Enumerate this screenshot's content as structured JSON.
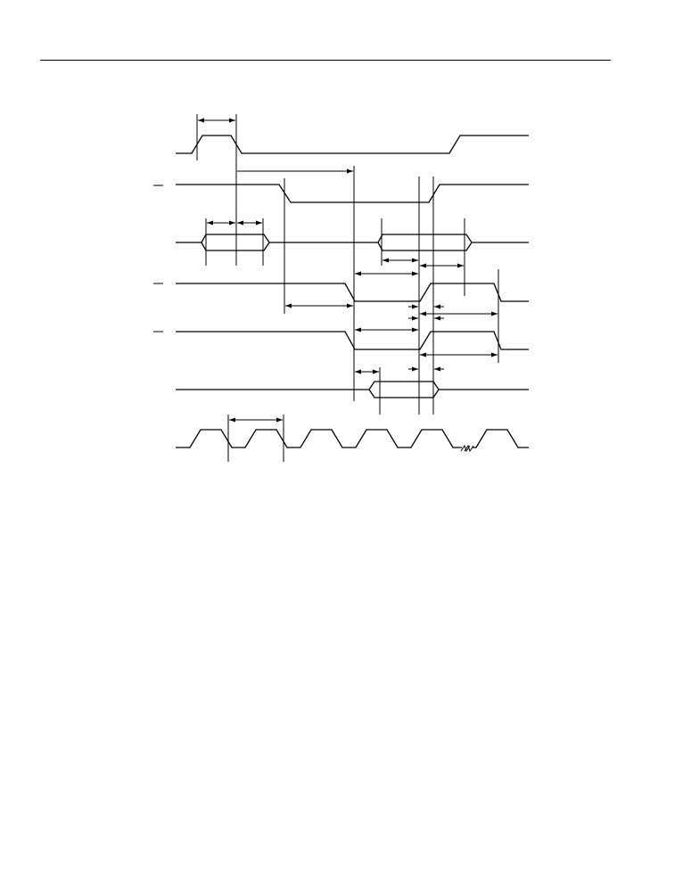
{
  "figure": {
    "colors": {
      "line": "#000000",
      "background": "#ffffff"
    },
    "signals": [
      {
        "id": "signal-1",
        "label": "",
        "overbar": false
      },
      {
        "id": "signal-2",
        "label": "",
        "overbar": true
      },
      {
        "id": "signal-3",
        "label": "",
        "overbar": false
      },
      {
        "id": "signal-4",
        "label": "",
        "overbar": true
      },
      {
        "id": "signal-5",
        "label": "",
        "overbar": true
      },
      {
        "id": "signal-6",
        "label": "",
        "overbar": false
      },
      {
        "id": "signal-7",
        "label": "",
        "overbar": false
      }
    ],
    "timing_parameter_labels": []
  }
}
